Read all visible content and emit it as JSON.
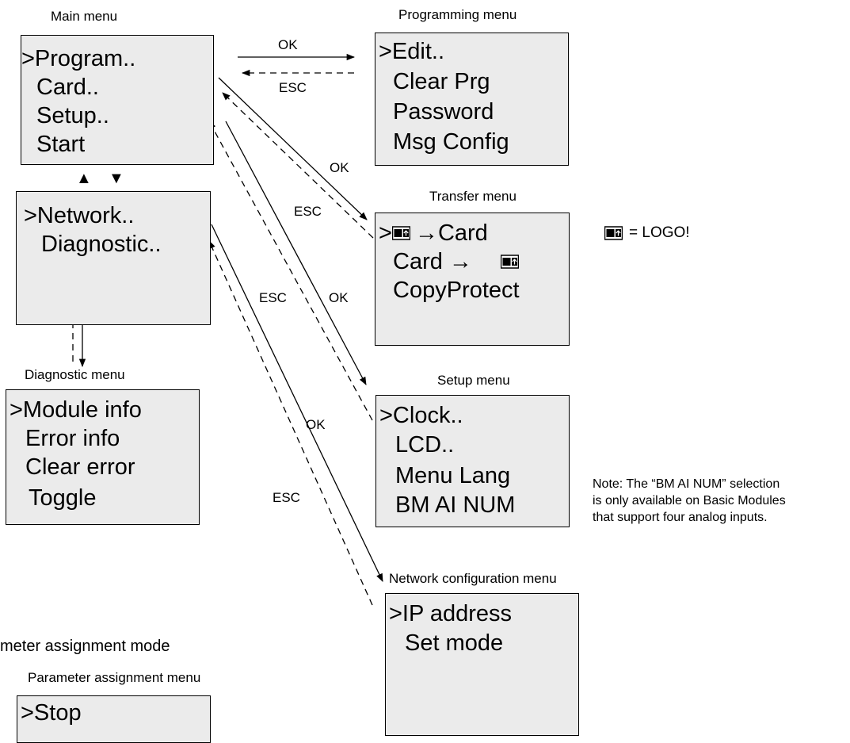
{
  "main_menu": {
    "title": "Main menu",
    "items": [
      ">Program..",
      "Card..",
      "Setup..",
      "Start"
    ]
  },
  "main_menu_more": {
    "items": [
      ">Network..",
      "Diagnostic.."
    ]
  },
  "programming_menu": {
    "title": "Programming menu",
    "items": [
      ">Edit..",
      "Clear Prg",
      "Password",
      "Msg Config"
    ]
  },
  "transfer_menu": {
    "title": "Transfer menu",
    "items": [
      ">",
      "→Card",
      "Card →",
      "CopyProtect"
    ]
  },
  "setup_menu": {
    "title": "Setup menu",
    "items": [
      ">Clock..",
      "LCD..",
      "Menu Lang",
      "BM AI NUM"
    ]
  },
  "diagnostic_menu": {
    "title": "Diagnostic menu",
    "items": [
      ">Module info",
      "Error info",
      "Clear error",
      "Toggle"
    ]
  },
  "network_menu": {
    "title": "Network configuration menu",
    "items": [
      ">IP address",
      "Set mode"
    ]
  },
  "parameter": {
    "mode_title": "meter assignment mode",
    "menu_title": "Parameter assignment menu",
    "items": [
      ">Stop"
    ]
  },
  "legend": {
    "text": "= LOGO!"
  },
  "arrow_labels": {
    "ok": "OK",
    "esc": "ESC"
  },
  "note": {
    "lines": [
      "Note:  The “BM AI NUM” selection",
      "is only available on Basic Modules",
      "that support four analog inputs."
    ]
  },
  "nav_arrows": {
    "up": "▲",
    "down": "▼"
  }
}
